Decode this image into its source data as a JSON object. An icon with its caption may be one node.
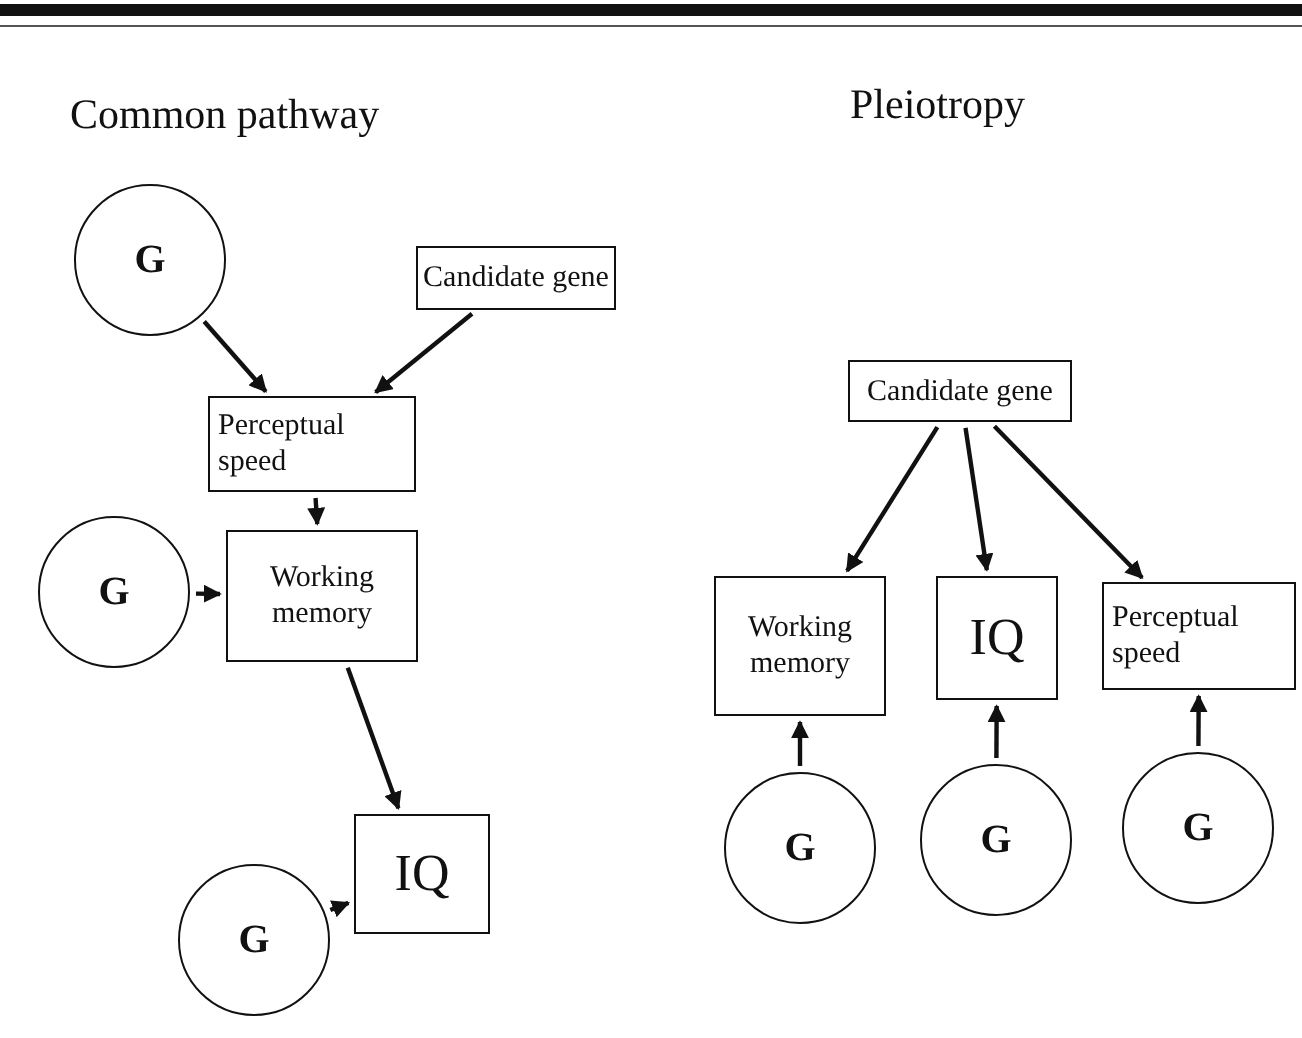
{
  "diagram": {
    "nodes": [
      {
        "text": [
          "G"
        ]
      },
      {
        "text": [
          "Candidate gene"
        ]
      },
      {
        "text": [
          "Perceptual speed"
        ]
      },
      {
        "text": [
          "G"
        ]
      },
      {
        "text": [
          "Working memory"
        ]
      },
      {
        "text": [
          "G"
        ]
      },
      {
        "text": [
          "IQ"
        ]
      },
      {
        "text": [
          "Candidate gene"
        ]
      },
      {
        "text": [
          "Working memory"
        ]
      },
      {
        "text": [
          "IQ"
        ]
      },
      {
        "text": [
          "Perceptual speed"
        ]
      },
      {
        "text": [
          "G"
        ]
      },
      {
        "text": [
          "G"
        ]
      },
      {
        "text": [
          "G"
        ]
      }
    ],
    "edges": [
      {
        "from": 0,
        "to": 2,
        "arrow": "to"
      },
      {
        "from": 1,
        "to": 2,
        "arrow": "to"
      },
      {
        "from": 2,
        "to": 4,
        "arrow": "to"
      },
      {
        "from": 3,
        "to": 4,
        "arrow": "to"
      },
      {
        "from": 4,
        "to": 6,
        "arrow": "to"
      },
      {
        "from": 5,
        "to": 6,
        "arrow": "to"
      },
      {
        "from": 7,
        "to": 8,
        "arrow": "to"
      },
      {
        "from": 7,
        "to": 9,
        "arrow": "to"
      },
      {
        "from": 7,
        "to": 10,
        "arrow": "to"
      },
      {
        "from": 11,
        "to": 8,
        "arrow": "to"
      },
      {
        "from": 12,
        "to": 9,
        "arrow": "to"
      },
      {
        "from": 13,
        "to": 10,
        "arrow": "to"
      }
    ],
    "labels": [
      "Common pathway",
      "Pleiotropy"
    ]
  }
}
